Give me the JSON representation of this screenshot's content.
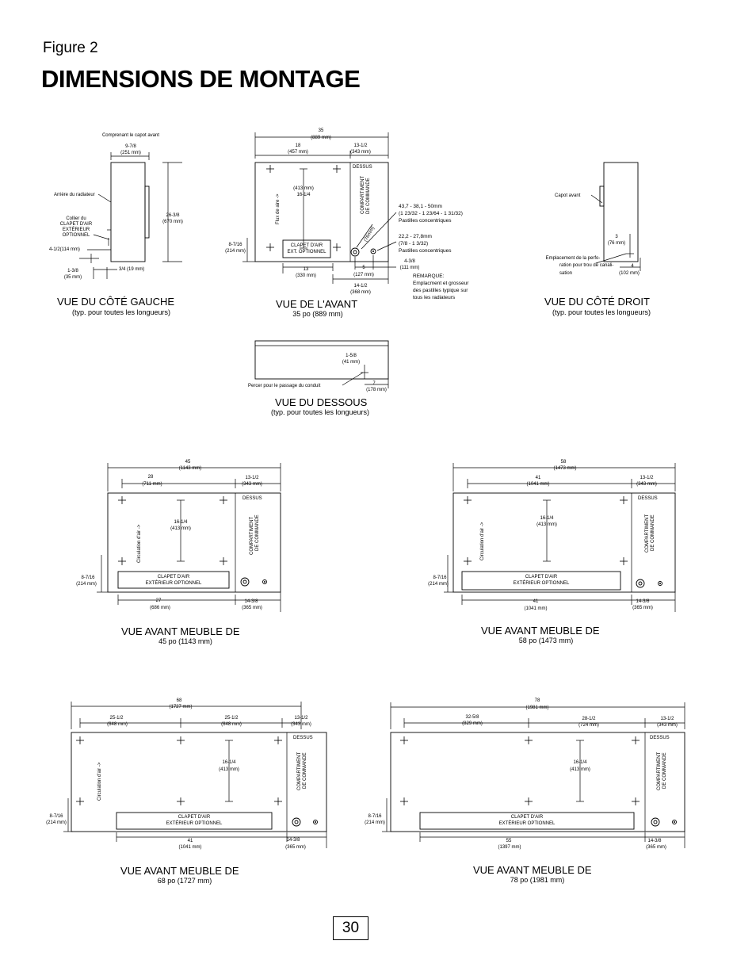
{
  "header": {
    "figure": "Figure 2",
    "title": "DIMENSIONS DE MONTAGE"
  },
  "page_number": "30",
  "left_view": {
    "caption": "VUE DU CÔTÉ GAUCHE",
    "sub": "(typ. pour toutes les longueurs)",
    "incl_cap": "Comprenant le capot avant",
    "d1": "9-7/8",
    "d1mm": "(251 mm)",
    "arriere": "Arrière du radiateur",
    "collier": [
      "Collier du",
      "CLAPET D'AIR",
      "EXTÉRIEUR",
      "OPTIONNEL"
    ],
    "h": "26-3/8",
    "hmm": "(670 mm)",
    "d2": "4-1/2(114 mm)",
    "d3": "1-3/8",
    "d3mm": "(35 mm)",
    "d4": "3/4 (19 mm)"
  },
  "front_view": {
    "caption": "VUE DE L'AVANT",
    "sub": "35 po (889 mm)",
    "w": "35",
    "wmm": "(889 mm)",
    "a": "18",
    "amm": "(457 mm)",
    "b": "13-1/2",
    "bmm": "(343 mm)",
    "dessus": "DESSUS",
    "mid": "(413 mm)",
    "mid2": "16-1/4",
    "flux": "Flux de aire ->",
    "compart": [
      "COMPARTIMENT",
      "DE COMMANDE"
    ],
    "clapet": [
      "CLAPET D'AIR",
      "EXT. OPTIONNEL"
    ],
    "h": "8-7/16",
    "hmm": "(214 mm)",
    "p1": "43,7 - 38,1 - 50mm",
    "p1b": "(1 23/32 - 1 23/64 - 1 31/32)",
    "p1c": "Pastilles concentriques",
    "p2": "22,2 - 27,8mm",
    "p2b": "(7/8 - 1 3/32)",
    "p2c": "Pastilles concentriques",
    "r": "(76mm)",
    "c": "4-3/8",
    "cmm": "(111 mm)",
    "d": "5",
    "dmm": "(127 mm)",
    "e": "13",
    "emm": "(330 mm)",
    "f": "14-1/2",
    "fmm": "(368 mm)",
    "rem": [
      "REMARQUE:",
      "Emplacment et grosseur",
      "des pastilles typique sur",
      "tous les radiateurs"
    ]
  },
  "right_view": {
    "caption": "VUE DU CÔTÉ DROIT",
    "sub": "(typ. pour toutes les longueurs)",
    "capot": "Capot avant",
    "a": "3",
    "amm": "(76 mm)",
    "b": "4",
    "bmm": "(102 mm)",
    "note": [
      "Emplacement de la perfo-",
      "ration pour trou de canali-",
      "sation"
    ]
  },
  "bottom_view": {
    "caption": "VUE DU DESSOUS",
    "sub": "(typ. pour toutes les longueurs)",
    "a": "1-5/8",
    "amm": "(41 mm)",
    "percer": "Percer pour le passage du conduit",
    "b": "7",
    "bmm": "(178 mm)"
  },
  "common": {
    "dessus": "DESSUS",
    "circ": "Circulation d'air ->",
    "compart": [
      "COMPARTIMENT",
      "DE COMMANDE"
    ],
    "clapet": [
      "CLAPET D'AIR",
      "EXTÉRIEUR OPTIONNEL"
    ],
    "h": "8-7/16",
    "hmm": "(214 mm)",
    "mid": "16-1/4",
    "midmm": "(413 mm)",
    "r": "13-1/2",
    "rmm": "(343 mm)",
    "br": "14-3/8",
    "brmm": "(365 mm)"
  },
  "cab45": {
    "caption": "VUE AVANT MEUBLE DE",
    "sub": "45 po (1143 mm)",
    "w": "45",
    "wmm": "(1143 mm)",
    "a": "28",
    "amm": "(711 mm)",
    "bot": "27",
    "botmm": "(686 mm)"
  },
  "cab58": {
    "caption": "VUE AVANT MEUBLE DE",
    "sub": "58 po (1473 mm)",
    "w": "58",
    "wmm": "(1473 mm)",
    "a": "41",
    "amm": "(1041 mm)",
    "bot": "41",
    "botmm": "(1041 mm)"
  },
  "cab68": {
    "caption": "VUE AVANT MEUBLE DE",
    "sub": "68 po (1727 mm)",
    "w": "68",
    "wmm": "(1727 mm)",
    "a": "25-1/2",
    "amm": "(648 mm)",
    "a2": "25-1/2",
    "a2mm": "(648 mm)",
    "bot": "41",
    "botmm": "(1041 mm)"
  },
  "cab78": {
    "caption": "VUE AVANT MEUBLE DE",
    "sub": "78 po (1981 mm)",
    "w": "78",
    "wmm": "(1981 mm)",
    "a": "32-5/8",
    "amm": "(829 mm)",
    "a2": "28-1/2",
    "a2mm": "(724 mm)",
    "bot": "55",
    "botmm": "(1397 mm)"
  }
}
